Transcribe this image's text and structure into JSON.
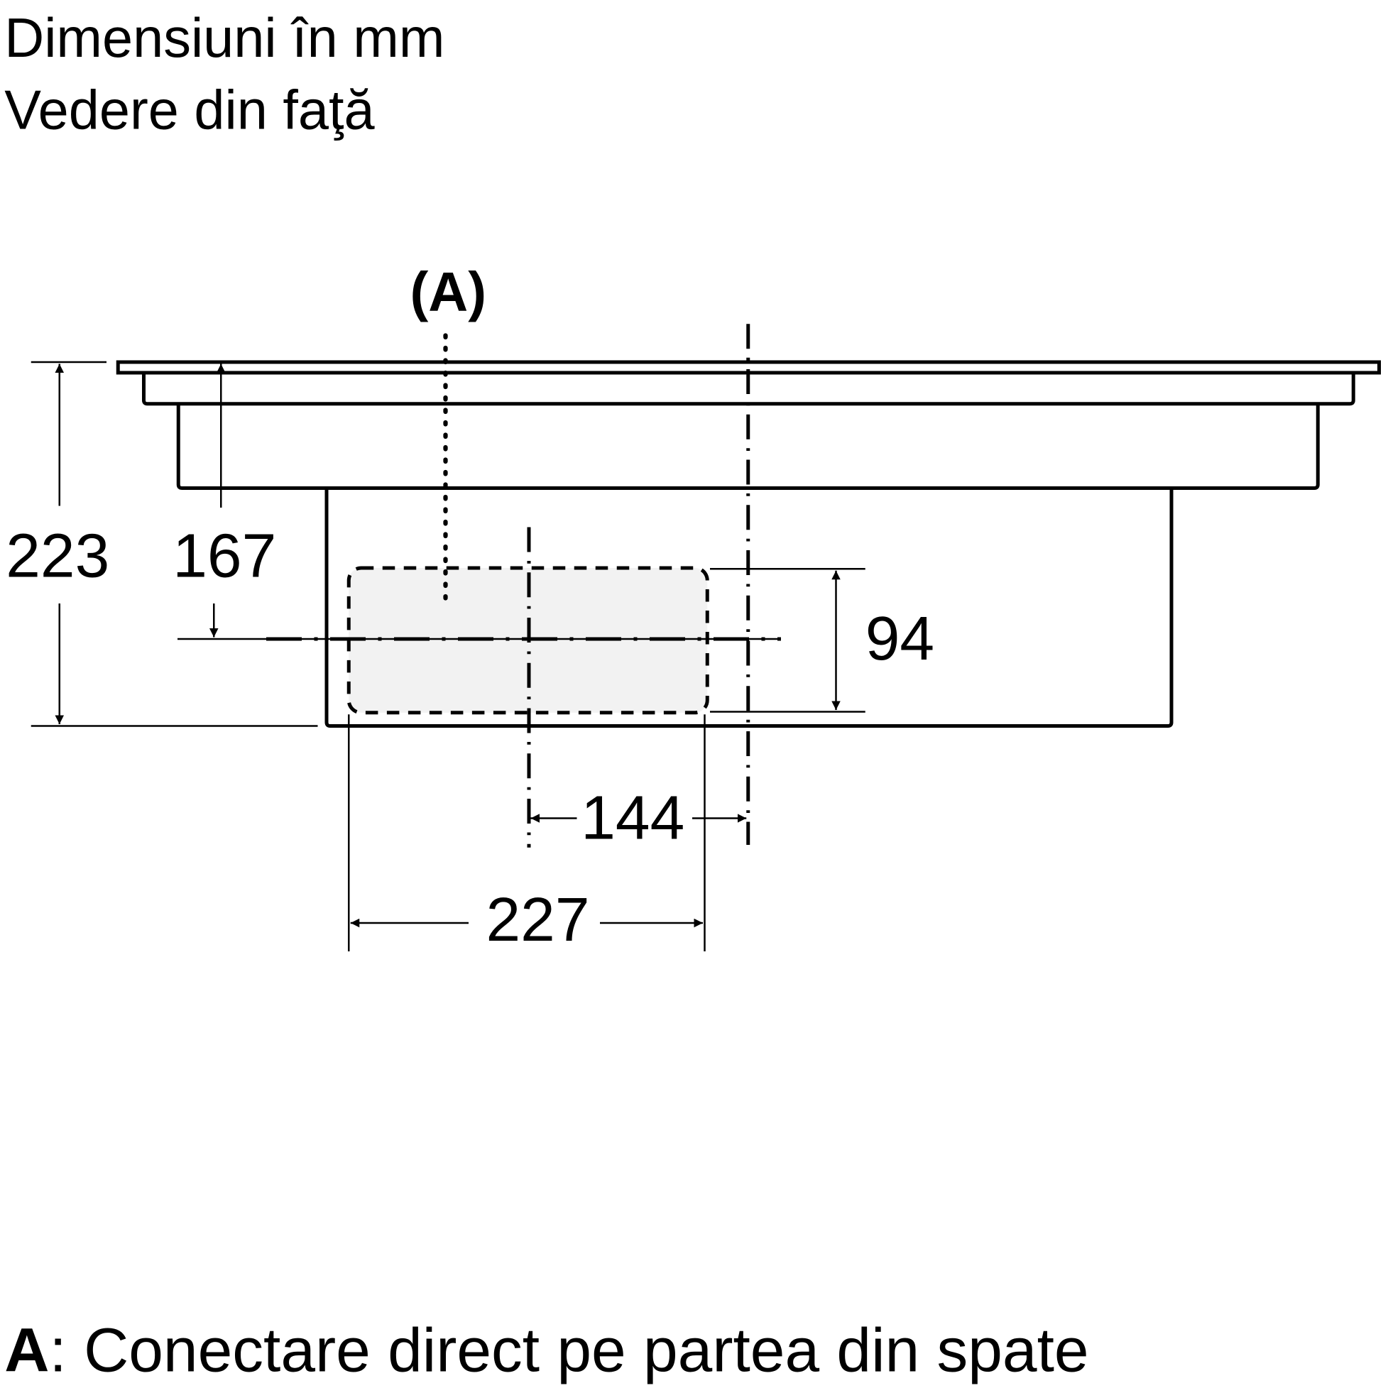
{
  "title": "Dimensiuni în mm",
  "subtitle": "Vedere din faţă",
  "callout_label": "(A)",
  "dimensions": {
    "total_height": "223",
    "connection_height": "167",
    "opening_height": "94",
    "offset_width": "144",
    "opening_width": "227"
  },
  "legend": {
    "key": "A",
    "separator": ":",
    "text": " Conectare direct pe partea din spate"
  },
  "colors": {
    "line": "#000000",
    "opening_fill": "#f2f2f2"
  }
}
